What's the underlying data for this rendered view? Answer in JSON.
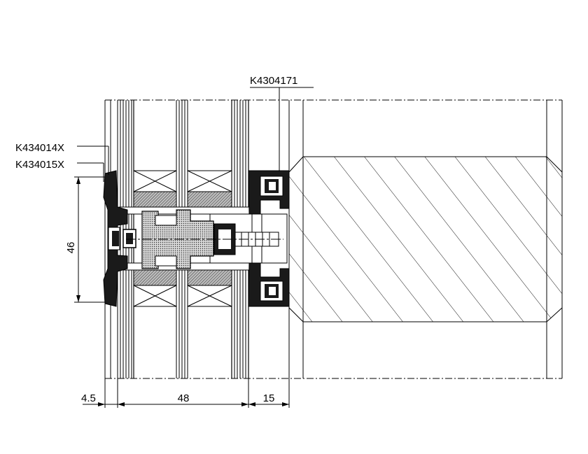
{
  "part_labels": {
    "top": "K4304171",
    "left_1": "K434014X",
    "left_2": "K434015X"
  },
  "dimensions": {
    "vertical": "46",
    "left_small": "4.5",
    "middle": "48",
    "right": "15"
  },
  "colors": {
    "line": "#000000",
    "background": "#ffffff",
    "gasket": "#1a1a1a",
    "insulation": "#c8c8c8"
  }
}
